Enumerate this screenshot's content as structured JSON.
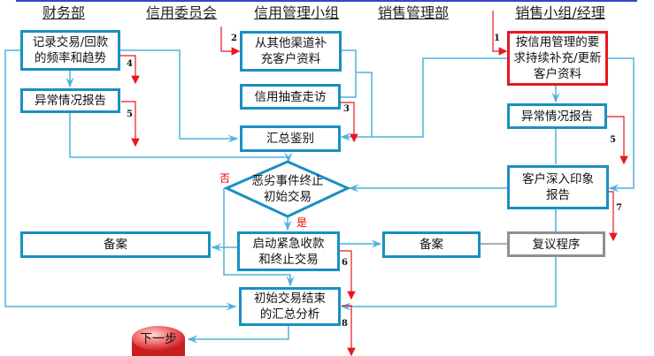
{
  "headers": [
    "财务部",
    "信用委员会",
    "信用管理小组",
    "销售管理部",
    "销售小组/经理"
  ],
  "boxes": {
    "record_trade": "记录交易/回款的频率和趋势",
    "abnormal_left": "异常情况报告",
    "supplement": "从其他渠道补充客户资料",
    "spot_check": "信用抽查走访",
    "summary": "汇总鉴别",
    "continuous_update": "按信用管理的要求持续补充/更新客户资料",
    "abnormal_right": "异常情况报告",
    "impression_report": "客户深入印象报告",
    "decision": "恶劣事件终止初始交易",
    "emergency": "启动紧急收款和终止交易",
    "file_left": "备案",
    "file_right": "备案",
    "review": "复议程序",
    "final_analysis": "初始交易结束的汇总分析",
    "next_step": "下一步"
  },
  "labels": {
    "no": "否",
    "yes": "是"
  },
  "step_numbers": [
    "1",
    "2",
    "3",
    "4",
    "5",
    "5",
    "6",
    "7",
    "8"
  ],
  "colors": {
    "box_border": "#1a8fc2",
    "connector": "#4fb3dc",
    "red": "#e8171d",
    "gray": "#909090"
  }
}
